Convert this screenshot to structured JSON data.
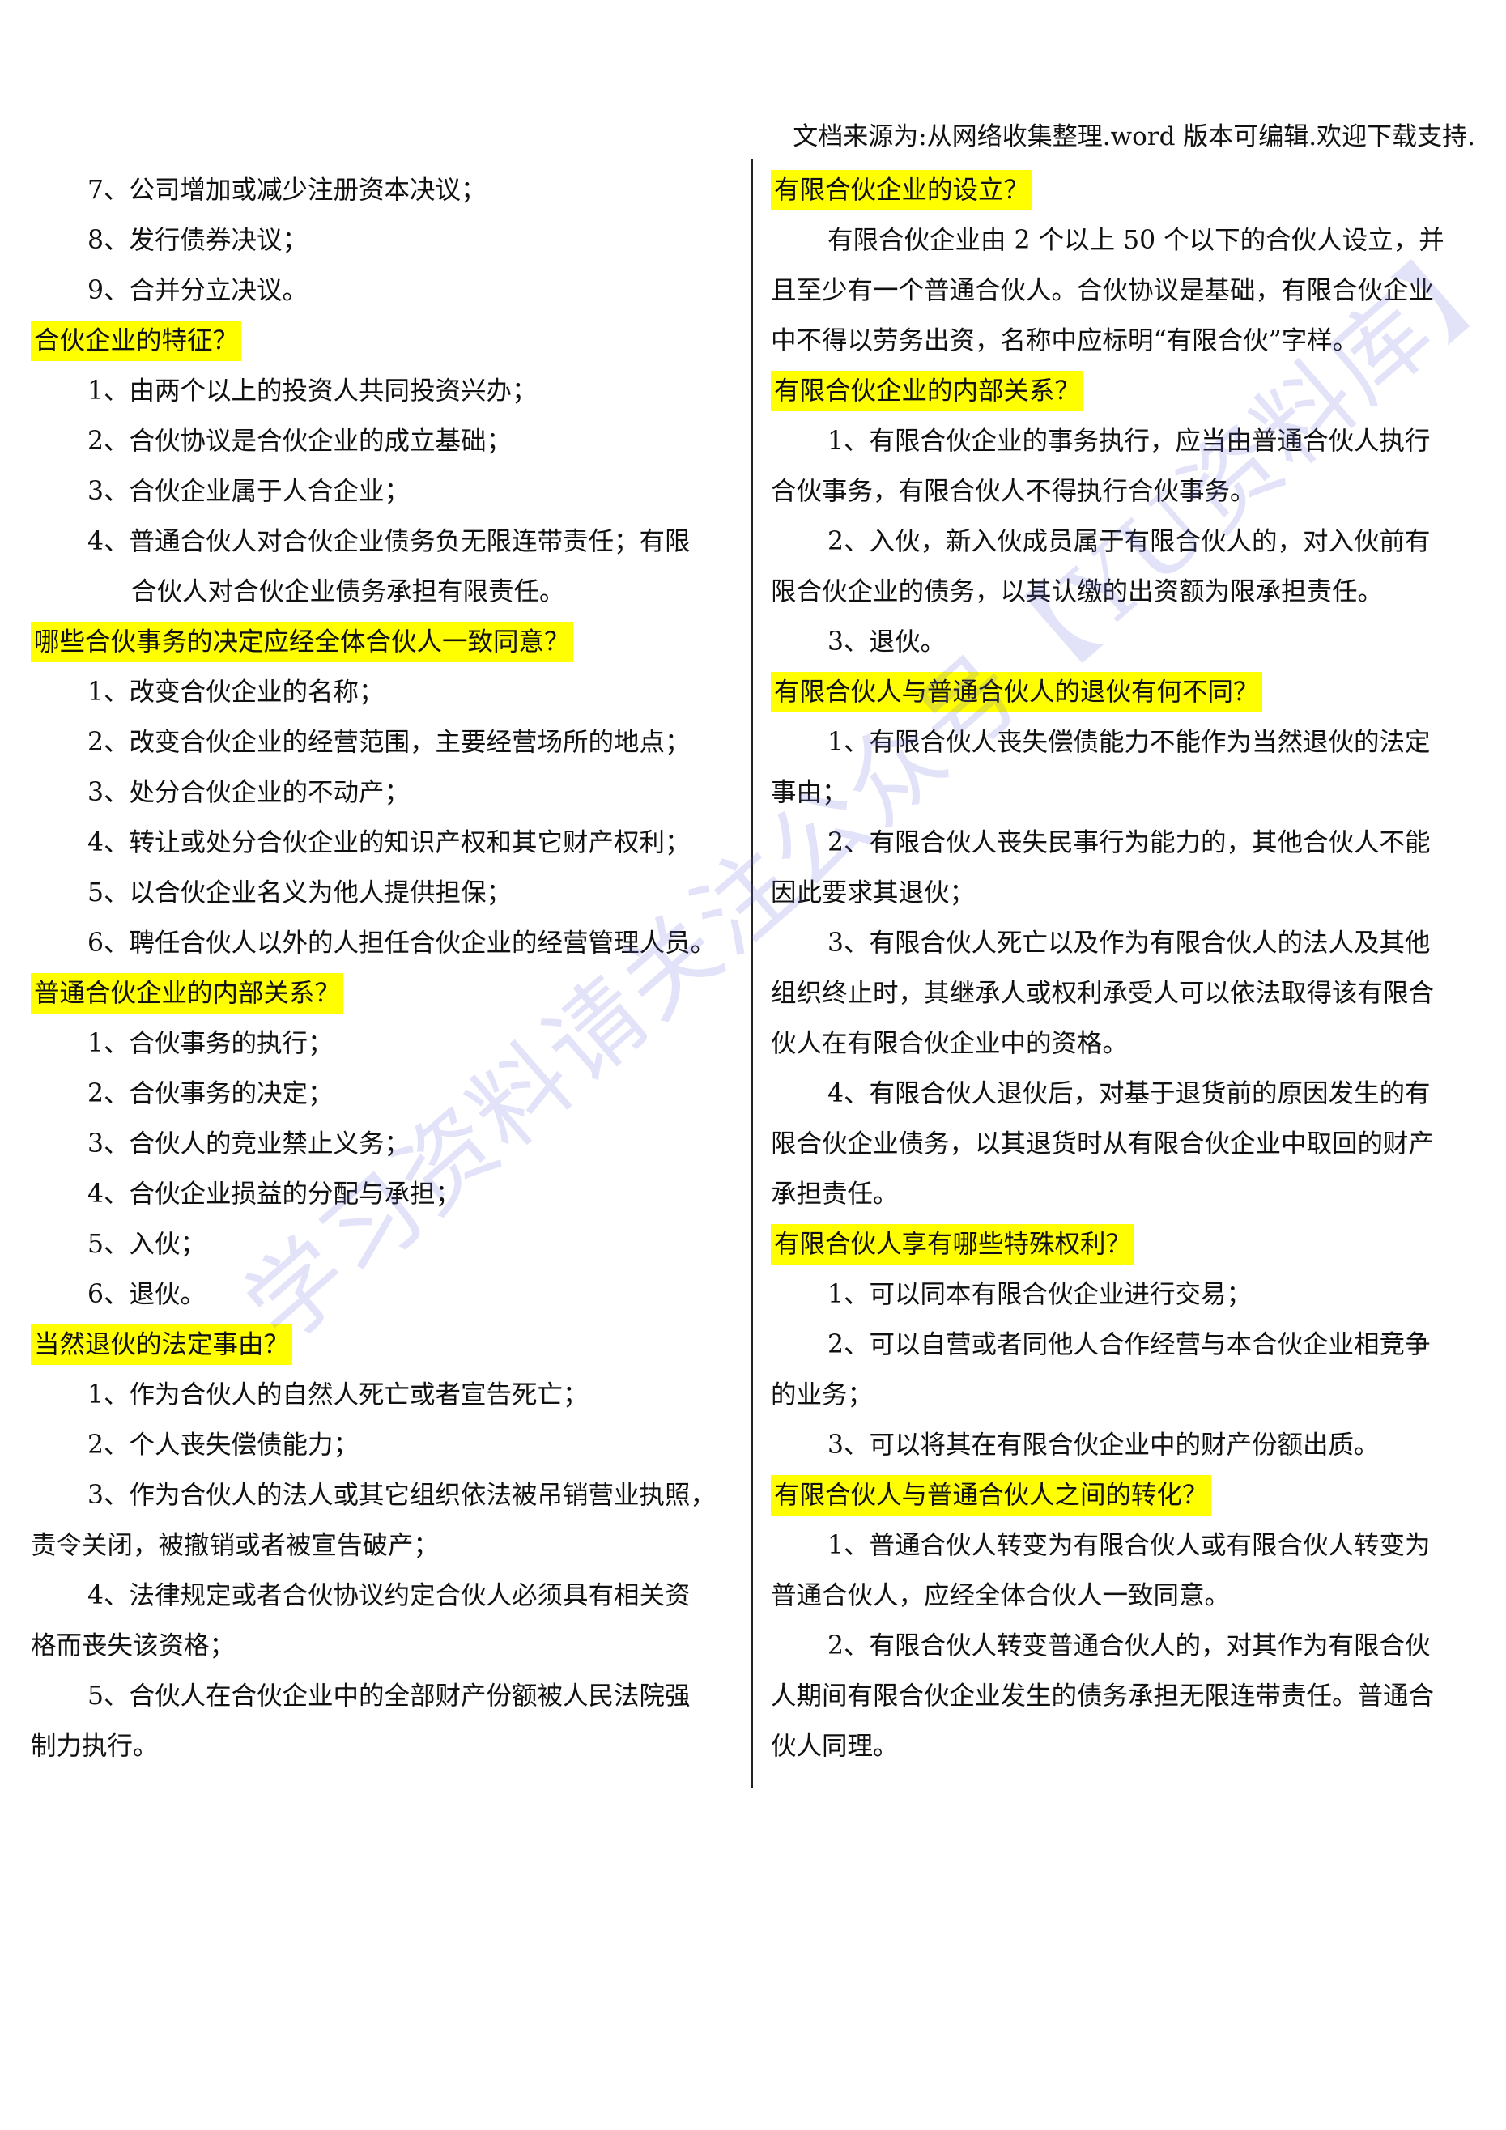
{
  "header_note": "文档来源为:从网络收集整理.word 版本可编辑.欢迎下载支持.",
  "watermark": "学习资料请关注公众号【YU资料库】",
  "left": {
    "intro_items": [
      "7、公司增加或减少注册资本决议；",
      "8、发行债券决议；",
      "9、合并分立决议。"
    ],
    "s1_heading": "合伙企业的特征？",
    "s1_items": [
      "1、由两个以上的投资人共同投资兴办；",
      "2、合伙协议是合伙企业的成立基础；",
      "3、合伙企业属于人合企业；",
      "4、普通合伙人对合伙企业债务负无限连带责任；有限"
    ],
    "s1_item4_cont": "合伙人对合伙企业债务承担有限责任。",
    "s2_heading": "哪些合伙事务的决定应经全体合伙人一致同意？",
    "s2_items": [
      "1、改变合伙企业的名称；",
      "2、改变合伙企业的经营范围，主要经营场所的地点；",
      "3、处分合伙企业的不动产；",
      "4、转让或处分合伙企业的知识产权和其它财产权利；",
      "5、以合伙企业名义为他人提供担保；",
      "6、聘任合伙人以外的人担任合伙企业的经营管理人员。"
    ],
    "s3_heading": "普通合伙企业的内部关系？",
    "s3_items": [
      "1、合伙事务的执行；",
      "2、合伙事务的决定；",
      "3、合伙人的竞业禁止义务；",
      "4、合伙企业损益的分配与承担；",
      "5、入伙；",
      "6、退伙。"
    ],
    "s4_heading": "当然退伙的法定事由？",
    "s4_items": [
      "1、作为合伙人的自然人死亡或者宣告死亡；",
      "2、个人丧失偿债能力；"
    ],
    "s4_p3": [
      "3、作为合伙人的法人或其它组织依法被吊销营业执照，",
      "责令关闭，被撤销或者被宣告破产；"
    ],
    "s4_p4": [
      "4、法律规定或者合伙协议约定合伙人必须具有相关资",
      "格而丧失该资格；"
    ],
    "s4_p5": [
      "5、合伙人在合伙企业中的全部财产份额被人民法院强",
      "制力执行。"
    ]
  },
  "right": {
    "r1_heading": "有限合伙企业的设立？",
    "r1_lines": [
      "有限合伙企业由 2 个以上 50 个以下的合伙人设立，并",
      "且至少有一个普通合伙人。合伙协议是基础，有限合伙企业",
      "中不得以劳务出资，名称中应标明“有限合伙”字样。"
    ],
    "r2_heading": "有限合伙企业的内部关系？",
    "r2_p1": [
      "1、有限合伙企业的事务执行，应当由普通合伙人执行",
      "合伙事务，有限合伙人不得执行合伙事务。"
    ],
    "r2_p2": [
      "2、入伙，新入伙成员属于有限合伙人的，对入伙前有",
      "限合伙企业的债务，以其认缴的出资额为限承担责任。"
    ],
    "r2_p3": "3、退伙。",
    "r3_heading": "有限合伙人与普通合伙人的退伙有何不同？",
    "r3_p1": [
      "1、有限合伙人丧失偿债能力不能作为当然退伙的法定",
      "事由；"
    ],
    "r3_p2": [
      "2、有限合伙人丧失民事行为能力的，其他合伙人不能",
      "因此要求其退伙；"
    ],
    "r3_p3": [
      "3、有限合伙人死亡以及作为有限合伙人的法人及其他",
      "组织终止时，其继承人或权利承受人可以依法取得该有限合",
      "伙人在有限合伙企业中的资格。"
    ],
    "r3_p4": [
      "4、有限合伙人退伙后，对基于退货前的原因发生的有",
      "限合伙企业债务，以其退货时从有限合伙企业中取回的财产",
      "承担责任。"
    ],
    "r4_heading": "有限合伙人享有哪些特殊权利？",
    "r4_p1": "1、可以同本有限合伙企业进行交易；",
    "r4_p2": [
      "2、可以自营或者同他人合作经营与本合伙企业相竞争",
      "的业务；"
    ],
    "r4_p3": "3、可以将其在有限合伙企业中的财产份额出质。",
    "r5_heading": "有限合伙人与普通合伙人之间的转化？",
    "r5_p1": [
      "1、普通合伙人转变为有限合伙人或有限合伙人转变为",
      "普通合伙人，应经全体合伙人一致同意。"
    ],
    "r5_p2": [
      "2、有限合伙人转变普通合伙人的，对其作为有限合伙",
      "人期间有限合伙企业发生的债务承担无限连带责任。普通合",
      "伙人同理。"
    ]
  }
}
